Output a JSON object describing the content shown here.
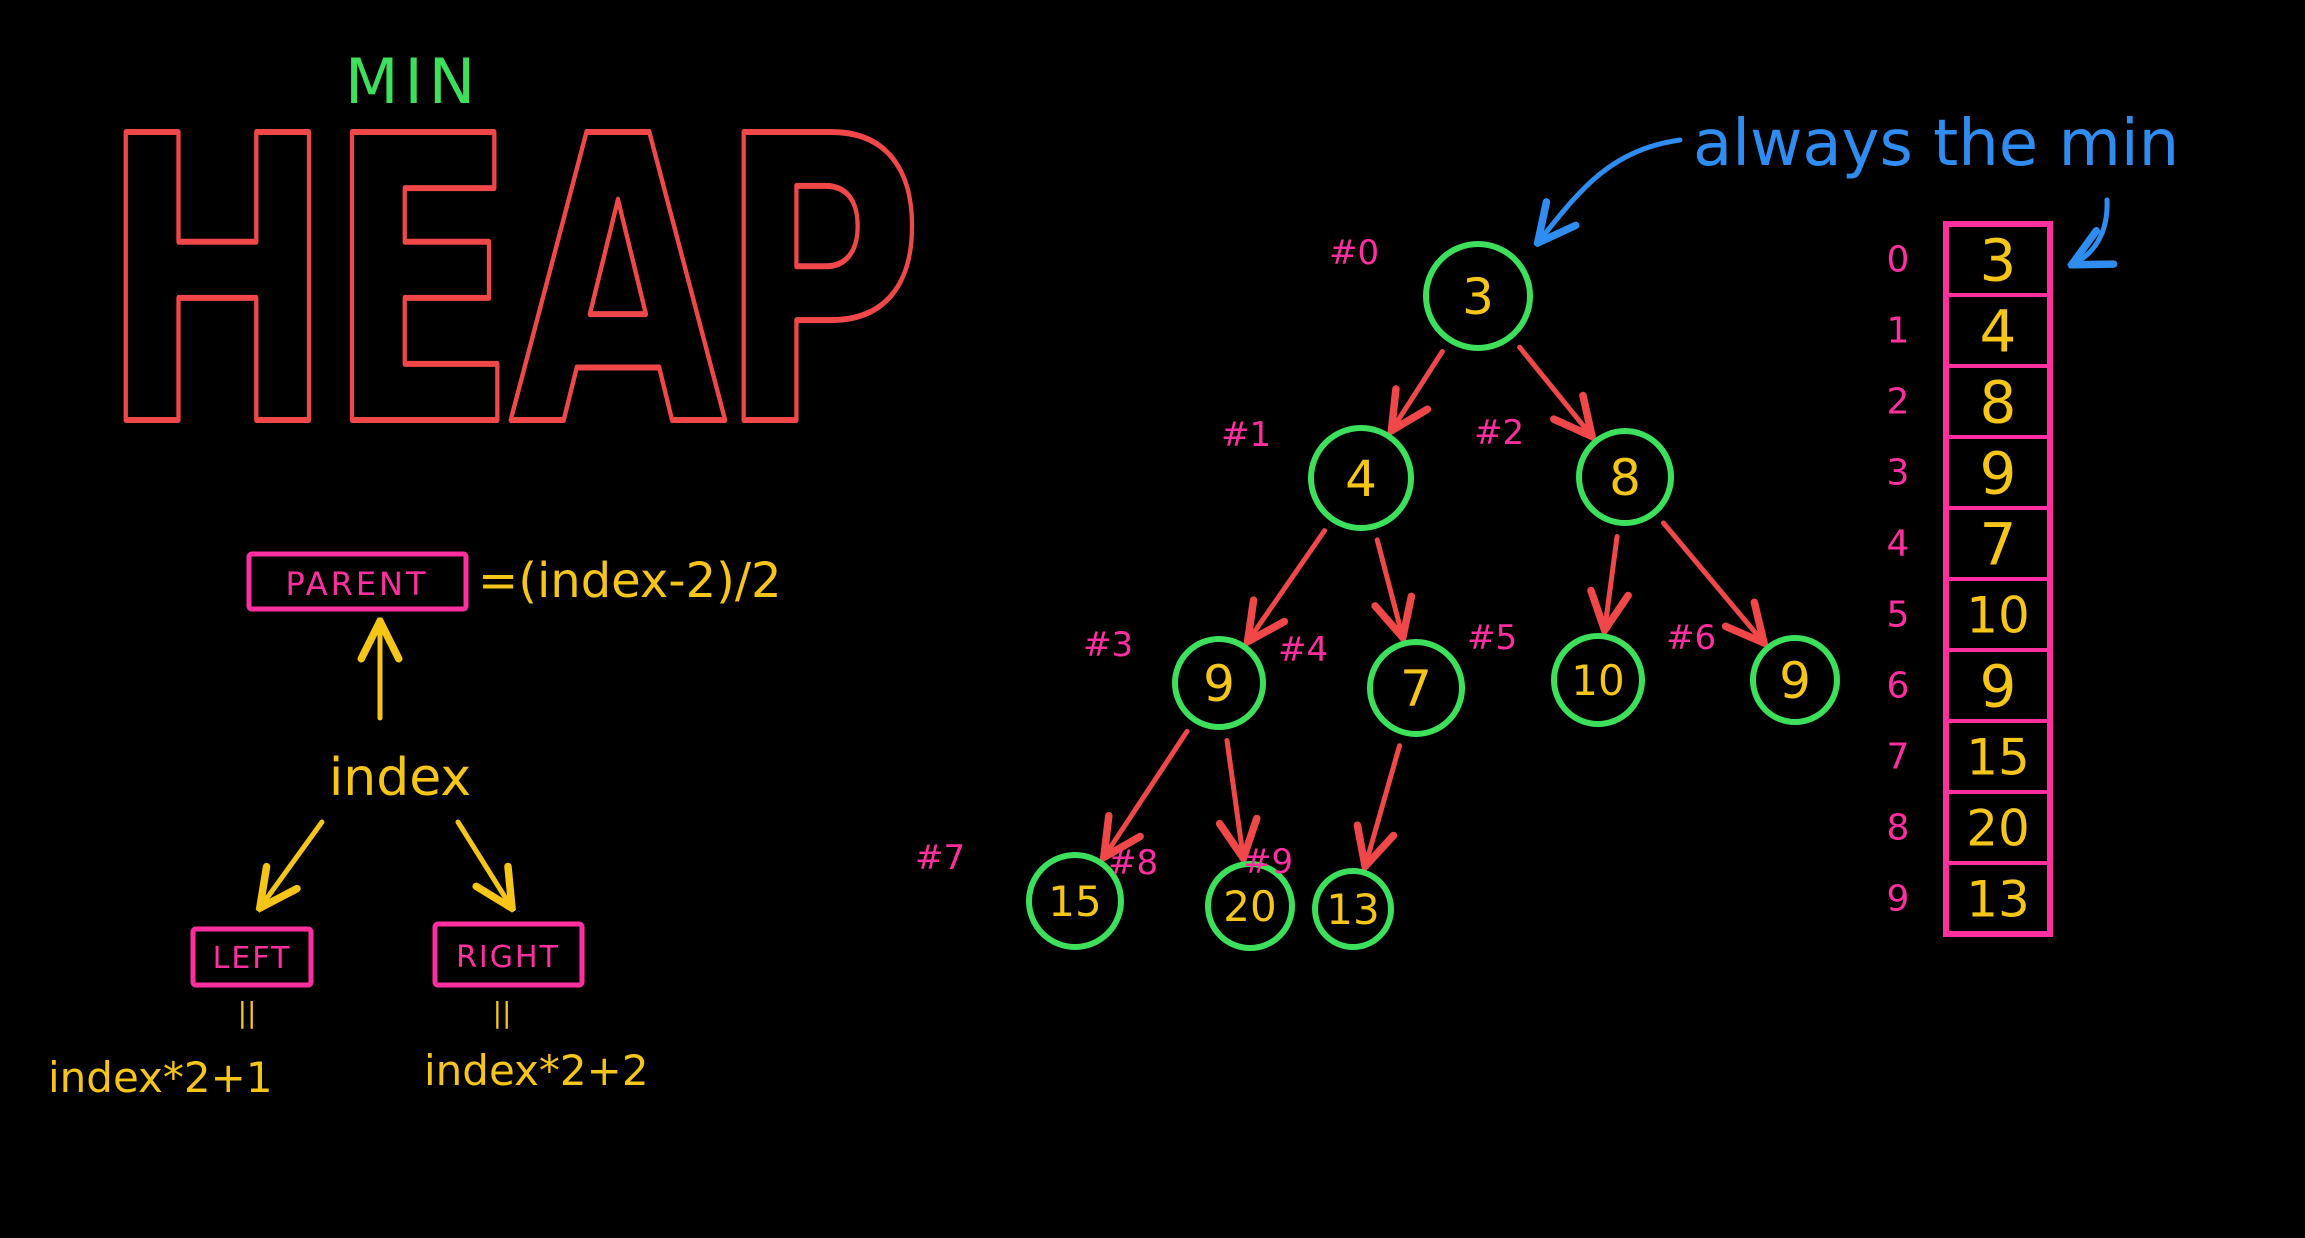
{
  "title": {
    "prefix": "MIN",
    "word": "HEAP"
  },
  "colors": {
    "background": "#000000",
    "title": "#f04848",
    "min_label": "#3ce05a",
    "formula": "#f5c518",
    "box": "#ff2fa0",
    "node_ring": "#3ce05a",
    "node_text": "#f5c518",
    "edge": "#f04848",
    "index_label": "#ff2fa0",
    "annotation": "#2f8cf0"
  },
  "formula_panel": {
    "parent_label": "PARENT",
    "parent_formula": "=(index-2)/2",
    "index_label": "index",
    "left_label": "LEFT",
    "right_label": "RIGHT",
    "equals_mark": "||",
    "left_formula": "index*2+1",
    "right_formula": "index*2+2"
  },
  "annotation": {
    "text": "always the min"
  },
  "tree": {
    "nodes": [
      {
        "index_label": "#0",
        "value": "3"
      },
      {
        "index_label": "#1",
        "value": "4"
      },
      {
        "index_label": "#2",
        "value": "8"
      },
      {
        "index_label": "#3",
        "value": "9"
      },
      {
        "index_label": "#4",
        "value": "7"
      },
      {
        "index_label": "#5",
        "value": "10"
      },
      {
        "index_label": "#6",
        "value": "9"
      },
      {
        "index_label": "#7",
        "value": "15"
      },
      {
        "index_label": "#8",
        "value": "20"
      },
      {
        "index_label": "#9",
        "value": "13"
      }
    ],
    "edges": [
      [
        0,
        1
      ],
      [
        0,
        2
      ],
      [
        1,
        3
      ],
      [
        1,
        4
      ],
      [
        2,
        5
      ],
      [
        2,
        6
      ],
      [
        3,
        7
      ],
      [
        3,
        8
      ],
      [
        4,
        9
      ]
    ]
  },
  "array": {
    "indices": [
      "0",
      "1",
      "2",
      "3",
      "4",
      "5",
      "6",
      "7",
      "8",
      "9"
    ],
    "values": [
      "3",
      "4",
      "8",
      "9",
      "7",
      "10",
      "9",
      "15",
      "20",
      "13"
    ]
  }
}
